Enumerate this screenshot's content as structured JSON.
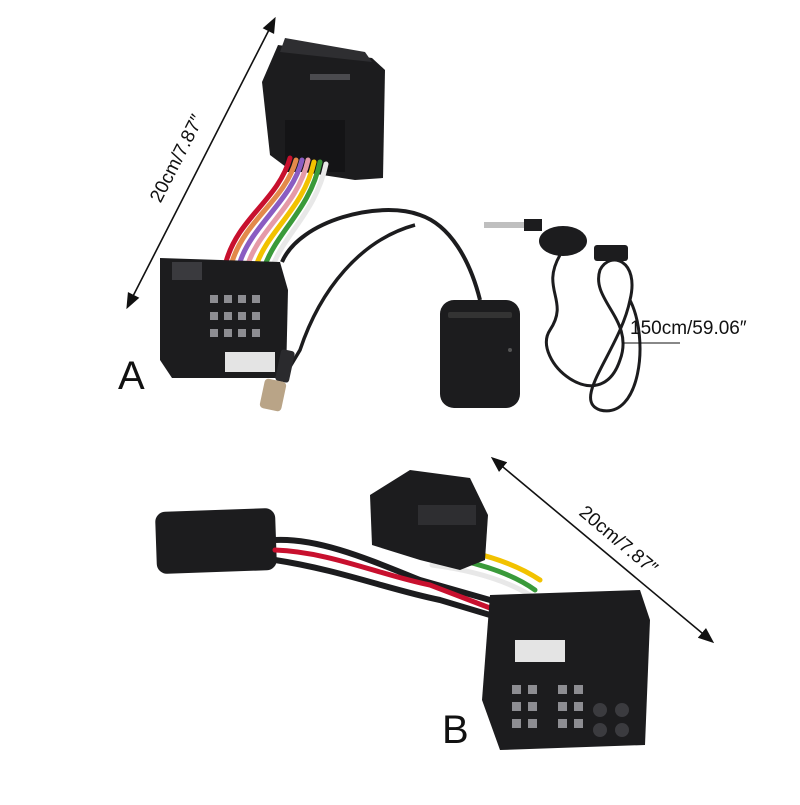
{
  "panels": [
    {
      "letter": "A",
      "length_label": "20cm/7.87″",
      "cable_label": "150cm/59.06″"
    },
    {
      "letter": "B",
      "length_label": "20cm/7.87″"
    }
  ],
  "colors": {
    "connector": "#1c1c1e",
    "wire_red": "#c8102e",
    "wire_yellow": "#f2c200",
    "wire_green": "#3a9a3a",
    "wire_purple": "#8a5cc2",
    "wire_orange": "#e3894a",
    "wire_pink": "#e59aa8",
    "wire_white": "#e8e8e8"
  }
}
